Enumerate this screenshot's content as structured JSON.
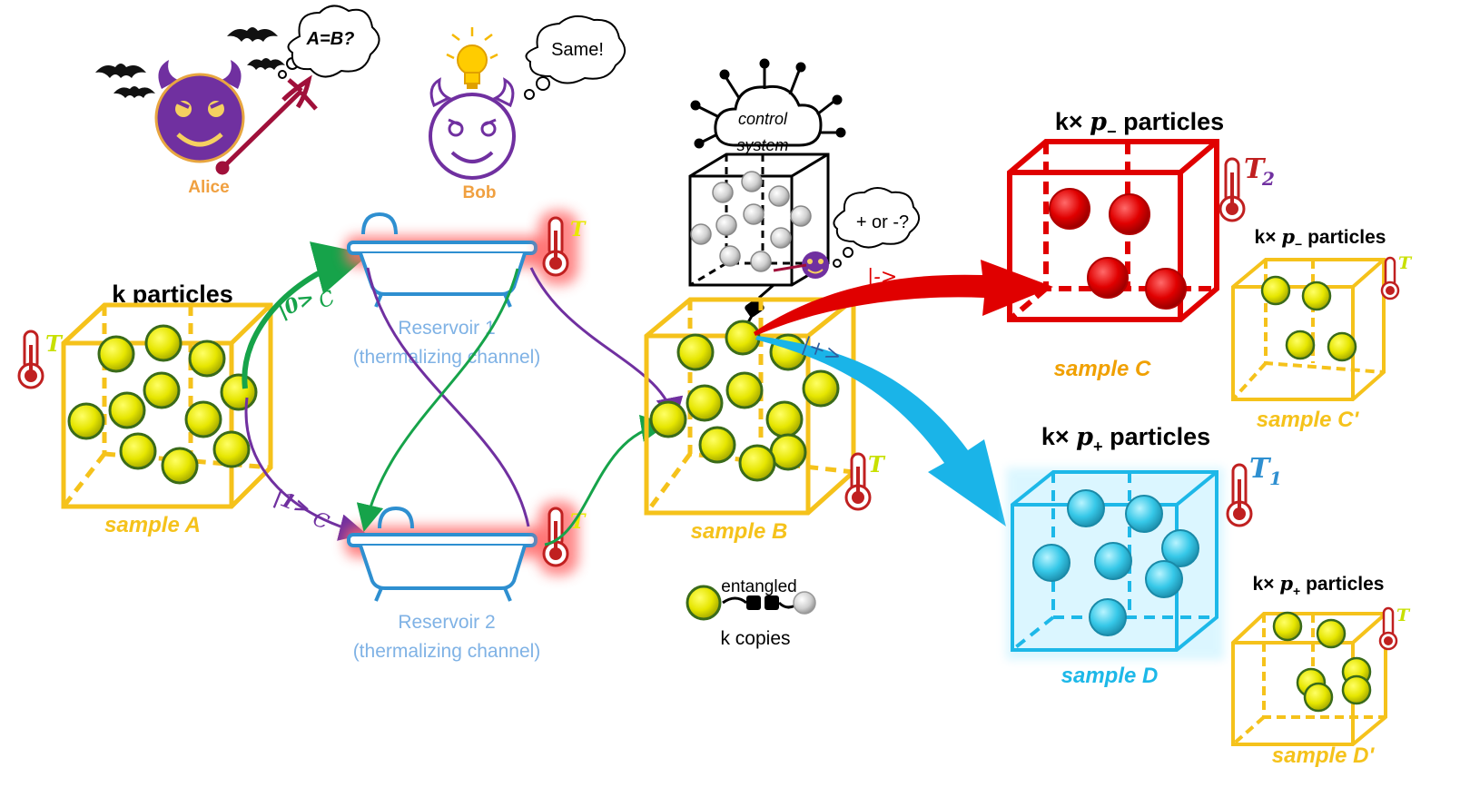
{
  "characters": {
    "alice": {
      "name": "Alice",
      "thought": "A=B?"
    },
    "bob": {
      "name": "Bob",
      "thought": "Same!"
    }
  },
  "control_system": {
    "line1": "control",
    "line2": "system",
    "thought": "+ or -?"
  },
  "samples": {
    "a": {
      "heading": "k particles",
      "label": "sample A",
      "temp": "T"
    },
    "b": {
      "label": "sample B",
      "temp": "T"
    },
    "c": {
      "heading_prefix": "k×",
      "heading_p": "p",
      "heading_sub": "−",
      "heading_suffix": "particles",
      "label": "sample C",
      "temp": "T",
      "temp_sub": "2"
    },
    "c_prime": {
      "heading_prefix": "k×",
      "heading_p": "p",
      "heading_sub": "−",
      "heading_suffix": "particles",
      "label": "sample C'",
      "temp": "T"
    },
    "d": {
      "heading_prefix": "k×",
      "heading_p": "p",
      "heading_sub": "+",
      "heading_suffix": "particles",
      "label": "sample D",
      "temp": "T",
      "temp_sub": "1"
    },
    "d_prime": {
      "heading_prefix": "k×",
      "heading_p": "p",
      "heading_sub": "+",
      "heading_suffix": "particles",
      "label": "sample D'",
      "temp": "T"
    }
  },
  "reservoirs": [
    {
      "name": "Reservoir 1",
      "subtitle": "(thermalizing channel)",
      "temp": "T"
    },
    {
      "name": "Reservoir 2",
      "subtitle": "(thermalizing channel)",
      "temp": "T"
    }
  ],
  "paths": {
    "zero": "|0>",
    "zero_sub": "C",
    "one": "|1>",
    "one_sub": "C",
    "minus": "|->",
    "plus": "|+>"
  },
  "legend": {
    "top": "entangled",
    "bottom": "k copies"
  },
  "colors": {
    "gold": "#f5c21b",
    "ball_yellow": "#e8e800",
    "ball_edge": "#3a6b1a",
    "red": "#e00000",
    "cyan": "#1db8e8",
    "purple": "#7030a0",
    "green": "#16a34a",
    "reservoir_blue": "#7fb2e5",
    "alice_orange": "#f0a040"
  },
  "icons": [
    "devil-icon",
    "bat-icon",
    "trident-icon",
    "lightbulb-icon",
    "thermometer-icon",
    "bathtub-icon",
    "cloud-network-icon",
    "plug-icon"
  ]
}
